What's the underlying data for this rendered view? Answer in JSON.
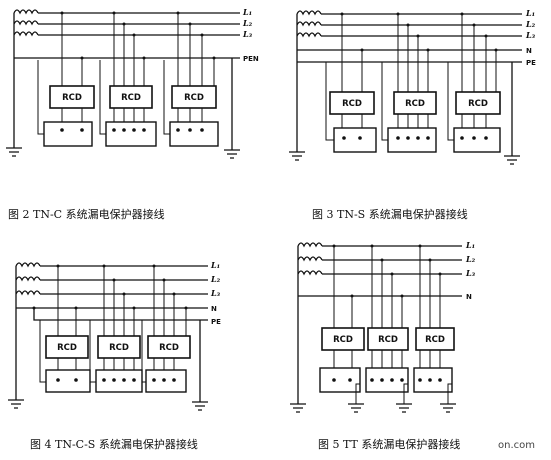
{
  "diagrams": [
    {
      "id": "fig2",
      "caption": "图 2   TN-C 系统漏电保护器接线",
      "lines": [
        "L₁",
        "L₂",
        "L₃",
        "PEN"
      ],
      "rcd_label": "RCD"
    },
    {
      "id": "fig3",
      "caption": "图 3   TN-S 系统漏电保护器接线",
      "lines": [
        "L₁",
        "L₂",
        "L₃",
        "N",
        "PE"
      ],
      "rcd_label": "RCD"
    },
    {
      "id": "fig4",
      "caption": "图 4   TN-C-S   系统漏电保护器接线",
      "lines": [
        "L₁",
        "L₂",
        "L₃",
        "N",
        "PE"
      ],
      "rcd_label": "RCD"
    },
    {
      "id": "fig5",
      "caption": "图 5   TT 系统漏电保护器接线",
      "lines": [
        "L₁",
        "L₂",
        "L₃",
        "N"
      ],
      "rcd_label": "RCD"
    }
  ],
  "watermark": "on.com"
}
